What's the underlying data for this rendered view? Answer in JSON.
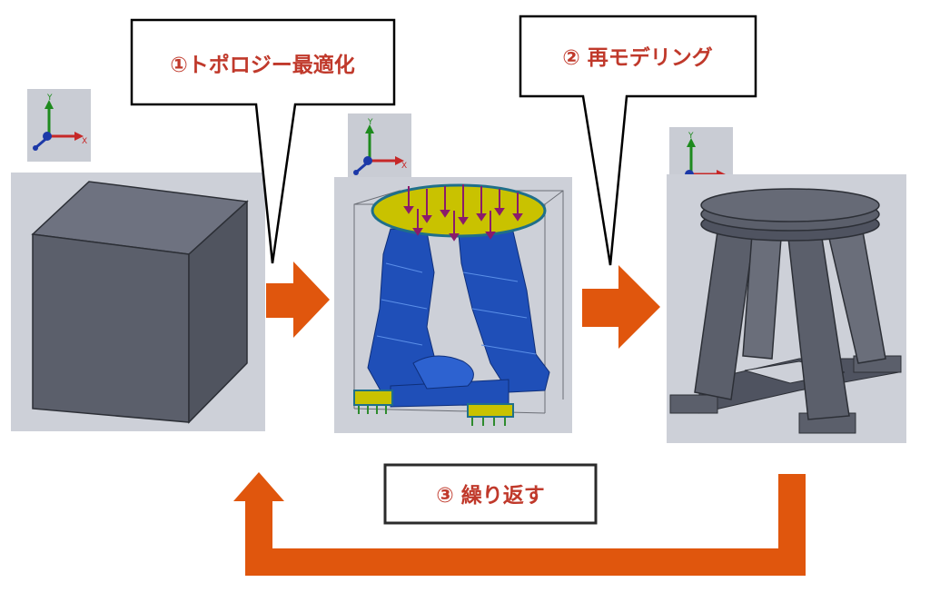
{
  "steps": [
    {
      "label": "①トポロジー最適化"
    },
    {
      "label": "② 再モデリング"
    },
    {
      "label": "③ 繰り返す"
    }
  ],
  "axes": {
    "x": "X",
    "y": "Y"
  },
  "colors": {
    "arrow": "#e0560d",
    "callout_text": "#c0392b",
    "panel_bg": "#cdd0d8",
    "model_gray": "#5b5f6b",
    "topo_blue": "#1f4fb8",
    "topo_yellow": "#c9c200"
  }
}
